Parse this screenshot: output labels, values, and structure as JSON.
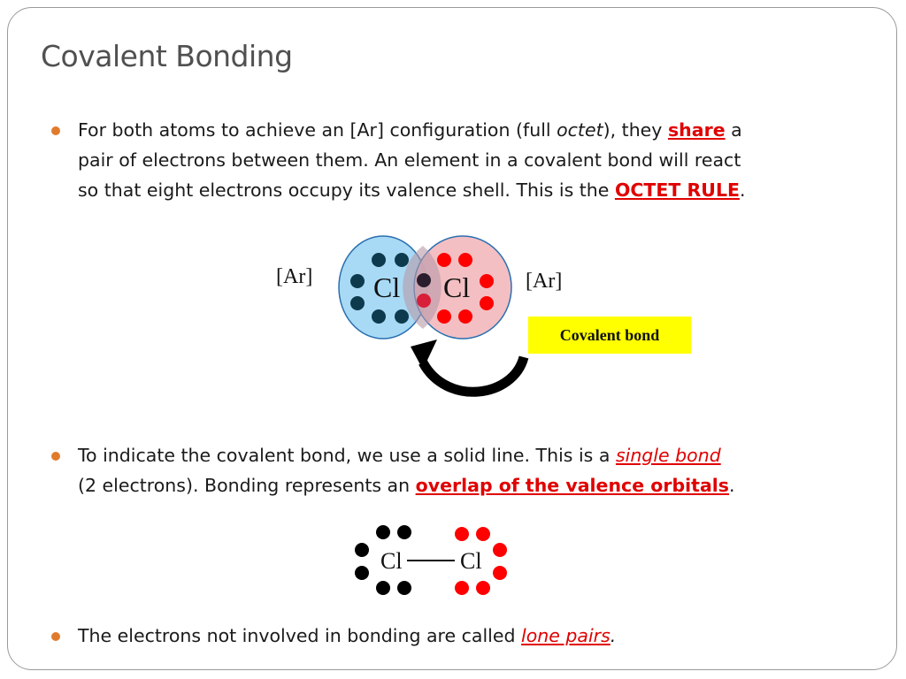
{
  "title": "Covalent Bonding",
  "bullet1": {
    "t1": "For both atoms to achieve an [Ar] configuration (full ",
    "t2": "octet",
    "t3": "), they ",
    "t4": "share",
    "t5": " a",
    "line2": "pair of electrons between them.   An element in a covalent bond will react",
    "line3a": "so that eight electrons occupy its valence shell.  This is the ",
    "line3b": "OCTET RULE",
    "line3c": "."
  },
  "diagram1": {
    "left_label": "[Ar]",
    "right_label": "[Ar]",
    "left_atom": "Cl",
    "right_atom": "Cl",
    "callout": "Covalent bond"
  },
  "bullet2": {
    "t1": "To indicate the covalent bond, we use a solid line.  This is a ",
    "t2": "single bond",
    "line2a": "(2 electrons).  Bonding represents an ",
    "line2b": "overlap of the valence orbitals",
    "line2c": "."
  },
  "diagram2": {
    "left_atom": "Cl",
    "right_atom": "Cl"
  },
  "bullet3": {
    "t1": "The electrons not involved in bonding are called ",
    "t2": "lone pairs",
    "t3": "."
  },
  "colors": {
    "accent_red": "#e00000",
    "bullet_orange": "#e07b2e",
    "left_orbital": "#a8daf5",
    "right_orbital": "#f2b8bc",
    "callout_yellow": "#ffff00",
    "dark_electron": "#0e3a4e"
  }
}
